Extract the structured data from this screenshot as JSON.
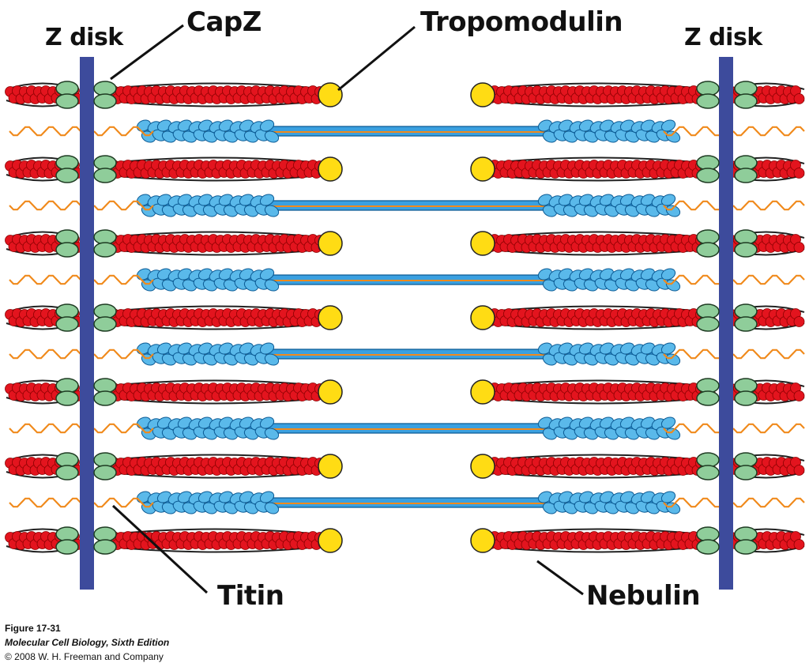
{
  "labels": {
    "z_disk_left": "Z disk",
    "z_disk_right": "Z disk",
    "capz": "CapZ",
    "tropomodulin": "Tropomodulin",
    "titin": "Titin",
    "nebulin": "Nebulin"
  },
  "caption": {
    "figure": "Figure 17-31",
    "book": "Molecular Cell Biology, Sixth Edition",
    "copyright": "© 2008 W. H. Freeman and Company"
  },
  "colors": {
    "actin": "#e3141e",
    "actin_outline": "#8a0000",
    "capz": "#8fcd9a",
    "tropomodulin": "#ffdc14",
    "z_disk": "#3d4b9c",
    "myosin_head": "#5ab9ea",
    "myosin_shaft": "#3aa0e0",
    "titin": "#f08a1c",
    "nebulin": "#222222"
  },
  "structure": {
    "thin_filament_rows": 7,
    "thick_filament_rows": 6
  }
}
